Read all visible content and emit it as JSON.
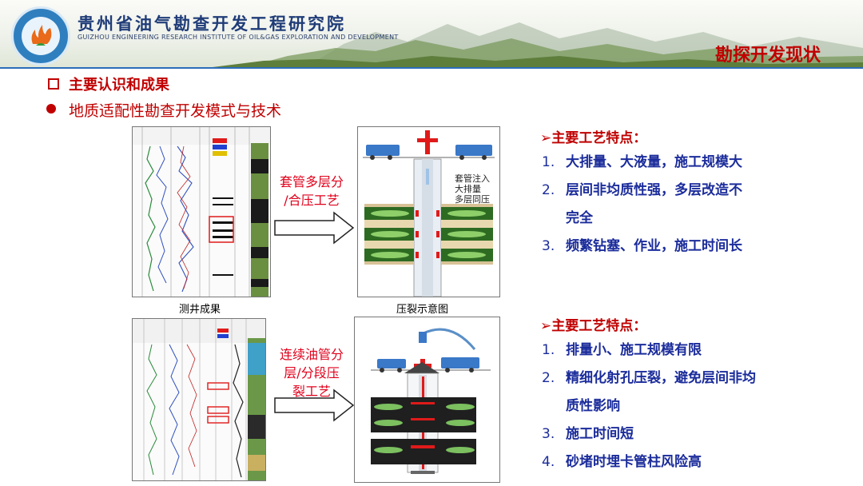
{
  "header": {
    "org_cn": "贵州省油气勘查开发工程研究院",
    "org_en": "GUIZHOU ENGINEERING RESEARCH INSTITUTE OF OIL&GAS EXPLORATION AND DEVELOPMENT",
    "section_title": "勘探开发现状"
  },
  "headings": {
    "main": "主要认识和成果",
    "sub": "地质适配性勘查开发模式与技术"
  },
  "figures": {
    "log_caption": "测井成果",
    "frac_caption": "压裂示意图",
    "frac_inset_lines": [
      "套管注入",
      "大排量",
      "多层同压"
    ]
  },
  "methods": [
    {
      "lines": [
        "套管多层分",
        "/合压工艺"
      ]
    },
    {
      "lines": [
        "连续油管分",
        "层/分段压",
        "裂工艺"
      ]
    }
  ],
  "features": [
    {
      "title": "主要工艺特点：",
      "items": [
        {
          "num": "1.",
          "text": "大排量、大液量，施工规模大"
        },
        {
          "num": "2.",
          "text": "层间非均质性强，多层改造不",
          "cont": "完全"
        },
        {
          "num": "3.",
          "text": "频繁钻塞、作业，施工时间长"
        }
      ]
    },
    {
      "title": "主要工艺特点：",
      "items": [
        {
          "num": "1.",
          "text": "排量小、施工规模有限"
        },
        {
          "num": "2.",
          "text": "精细化射孔压裂，避免层间非均",
          "cont": "质性影响"
        },
        {
          "num": "3.",
          "text": "施工时间短"
        },
        {
          "num": "4.",
          "text": "砂堵时埋卡管柱风险高"
        }
      ]
    }
  ],
  "colors": {
    "accent_red": "#c00000",
    "list_blue": "#1b2c9b",
    "method_red": "#e0001b",
    "header_blue": "#1f3c78"
  }
}
